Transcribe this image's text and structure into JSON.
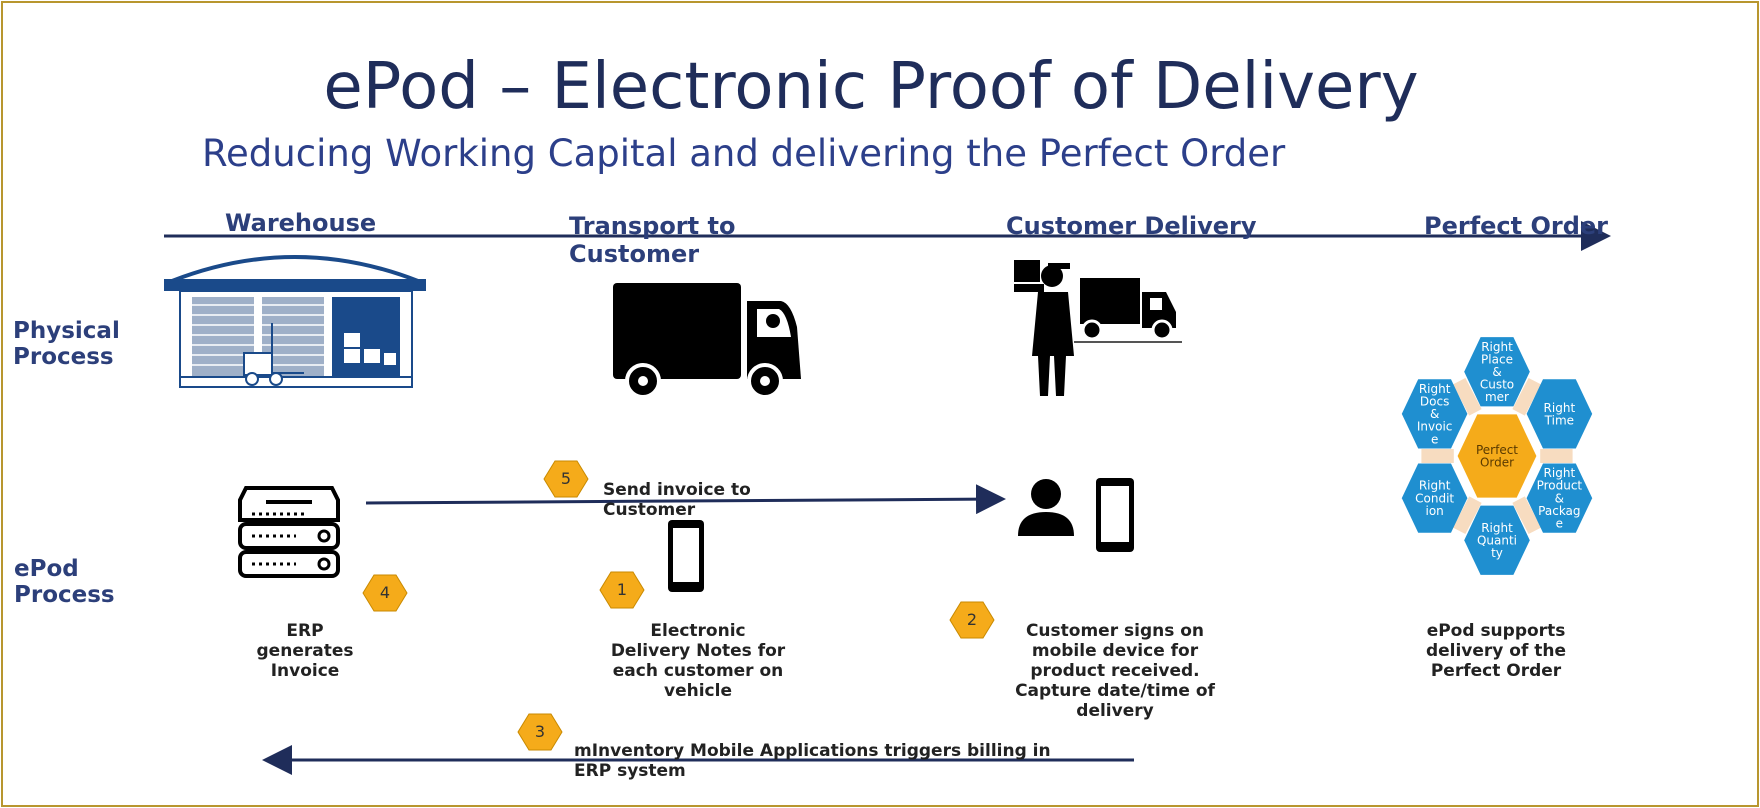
{
  "title": "ePod – Electronic Proof of Delivery",
  "subtitle": "Reducing Working Capital and delivering the Perfect Order",
  "stages": [
    "Warehouse",
    "Transport to Customer",
    "Customer Delivery",
    "Perfect Order"
  ],
  "rows": {
    "physical": [
      "Physical",
      "Process"
    ],
    "epod": [
      "ePod",
      "Process"
    ]
  },
  "steps": {
    "s5": {
      "num": "5",
      "text": [
        "Send invoice to",
        "Customer"
      ]
    },
    "s4": {
      "num": "4",
      "text": [
        "ERP",
        "generates",
        "Invoice"
      ]
    },
    "s1": {
      "num": "1",
      "text": [
        "Electronic",
        "Delivery Notes for",
        "each customer on",
        "vehicle"
      ]
    },
    "s2": {
      "num": "2",
      "text": [
        "Customer signs on",
        "mobile device for",
        "product received.",
        "Capture date/time of",
        "delivery"
      ]
    },
    "s3": {
      "num": "3",
      "text": [
        "mInventory Mobile Applications triggers billing in",
        "ERP system"
      ]
    },
    "perfect": {
      "text": [
        "ePod supports",
        "delivery of the",
        "Perfect Order"
      ]
    }
  },
  "hexagons": {
    "center": [
      "Perfect",
      "Order"
    ],
    "outer": [
      [
        "Right",
        "Place",
        "&",
        "Custo",
        "mer"
      ],
      [
        "Right",
        "Time"
      ],
      [
        "Right",
        "Product",
        "&",
        "Packag",
        "e"
      ],
      [
        "Right",
        "Quanti",
        "ty"
      ],
      [
        "Right",
        "Condit",
        "ion"
      ],
      [
        "Right",
        "Docs",
        "&",
        "Invoic",
        "e"
      ]
    ]
  },
  "colors": {
    "navy": "#1f2d5a",
    "hex_blue": "#1f8fd0",
    "hex_orange": "#f5ab1a",
    "badge": "#f5ab1a",
    "border": "#b8962e"
  }
}
